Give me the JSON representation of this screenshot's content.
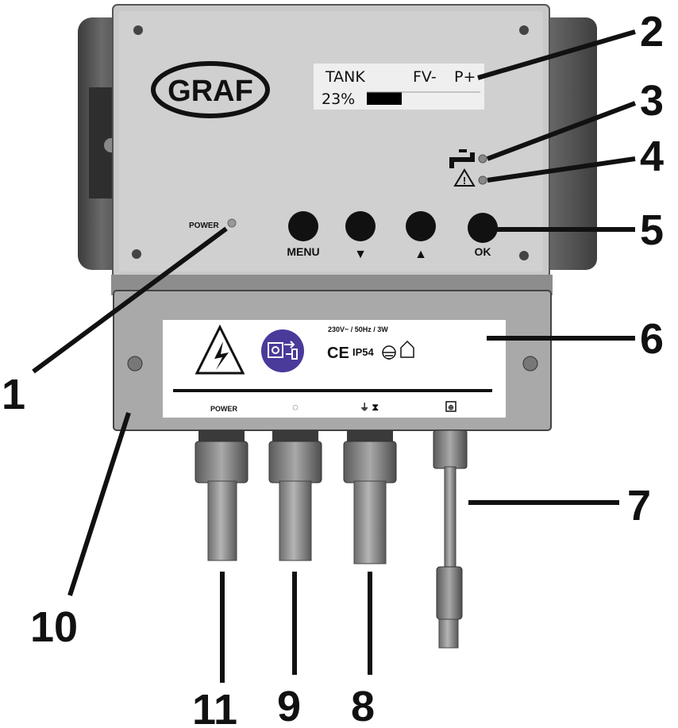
{
  "device": {
    "brand": "GRAF",
    "display": {
      "line1_left": "TANK",
      "line1_mid": "FV-",
      "line1_right": "P+",
      "level_text": "23%",
      "level_fraction": 0.23
    },
    "power_label": "POWER",
    "buttons": {
      "menu": "MENU",
      "down": "▼",
      "up": "▲",
      "ok": "OK"
    }
  },
  "label_plate": {
    "rating": "230V~ / 50Hz / 3W",
    "ce": "CE",
    "ip": "IP54",
    "port_power": "POWER",
    "port_2_symbol": "◌",
    "port_3_symbol": "⏚ ⧗",
    "port_4_symbol": "⊕"
  },
  "callouts": {
    "c1": "1",
    "c2": "2",
    "c3": "3",
    "c4": "4",
    "c5": "5",
    "c6": "6",
    "c7": "7",
    "c8": "8",
    "c9": "9",
    "c10": "10",
    "c11": "11"
  },
  "colors": {
    "housing": "#c7c7c7",
    "housing_dark": "#5d5d5d",
    "label_blue": "#4a3a9a",
    "screen": "#efefef"
  }
}
